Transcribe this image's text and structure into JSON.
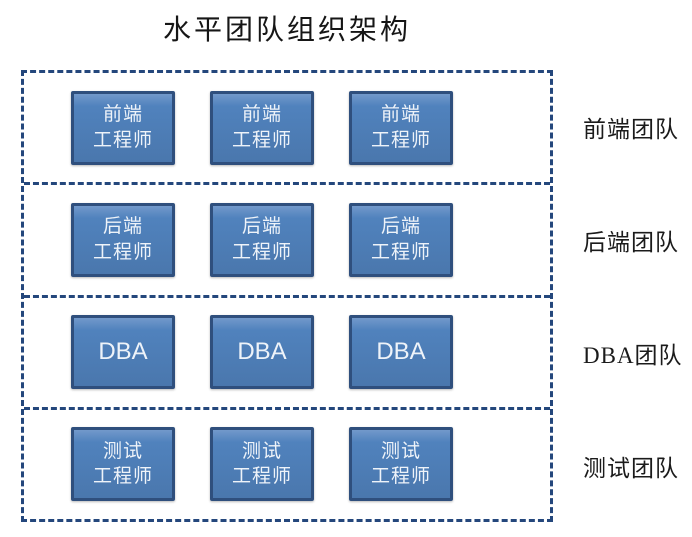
{
  "title": "水平团队组织架构",
  "colors": {
    "box_fill": "#4a77ad",
    "box_border": "#2f4f7d",
    "box_text": "#eef3f9",
    "dashed_line": "#24477c",
    "label_text": "#1b1b1b"
  },
  "diagram": {
    "rows": [
      {
        "team_label": "前端团队",
        "boxes": [
          "前端\n工程师",
          "前端\n工程师",
          "前端\n工程师"
        ]
      },
      {
        "team_label": "后端团队",
        "boxes": [
          "后端\n工程师",
          "后端\n工程师",
          "后端\n工程师"
        ]
      },
      {
        "team_label": "DBA团队",
        "boxes": [
          "DBA",
          "DBA",
          "DBA"
        ]
      },
      {
        "team_label": "测试团队",
        "boxes": [
          "测试\n工程师",
          "测试\n工程师",
          "测试\n工程师"
        ]
      }
    ]
  }
}
